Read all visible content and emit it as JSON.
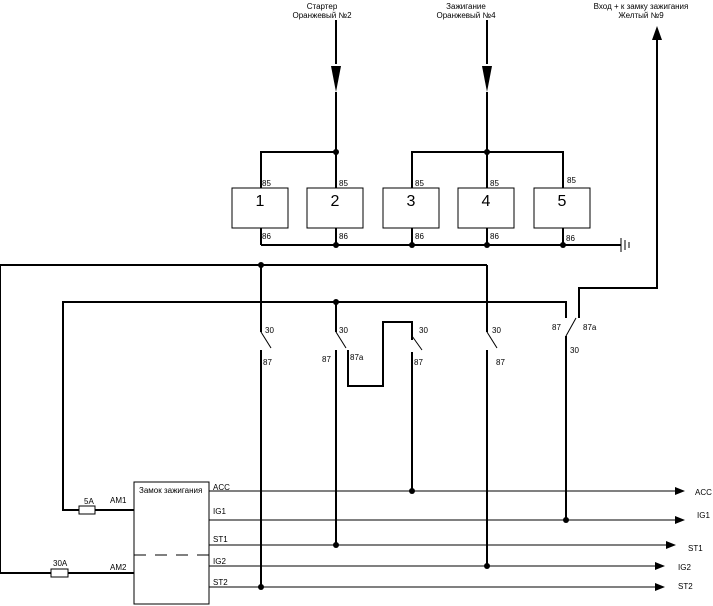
{
  "inputs": {
    "starter": {
      "line1": "Стартер",
      "line2": "Оранжевый №2"
    },
    "ignition": {
      "line1": "Зажигание",
      "line2": "Оранжевый №4"
    },
    "ignition_input": {
      "line1": "Вход + к замку зажигания",
      "line2": "Желтый №9"
    }
  },
  "relays": [
    {
      "number": "1",
      "coil_top": "85",
      "coil_bottom": "86",
      "com": "30",
      "out": "87",
      "out_alt": ""
    },
    {
      "number": "2",
      "coil_top": "85",
      "coil_bottom": "86",
      "com": "30",
      "out": "87",
      "out_alt": "87a"
    },
    {
      "number": "3",
      "coil_top": "85",
      "coil_bottom": "86",
      "com": "30",
      "out": "87",
      "out_alt": ""
    },
    {
      "number": "4",
      "coil_top": "85",
      "coil_bottom": "86",
      "com": "30",
      "out": "87",
      "out_alt": ""
    },
    {
      "number": "5",
      "coil_top": "85",
      "coil_bottom": "86",
      "com": "30",
      "out": "87",
      "out_alt": "87a"
    }
  ],
  "lock": {
    "title": "Замок зажигания",
    "terminals": {
      "am1": "AM1",
      "am2": "AM2",
      "acc": "ACC",
      "ig1": "IG1",
      "st1": "ST1",
      "ig2": "IG2",
      "st2": "ST2"
    }
  },
  "fuses": {
    "fuse1": "5A",
    "fuse2": "30A"
  },
  "outputs": {
    "acc": "ACC",
    "ig1": "IG1",
    "st1": "ST1",
    "ig2": "IG2",
    "st2": "ST2"
  }
}
